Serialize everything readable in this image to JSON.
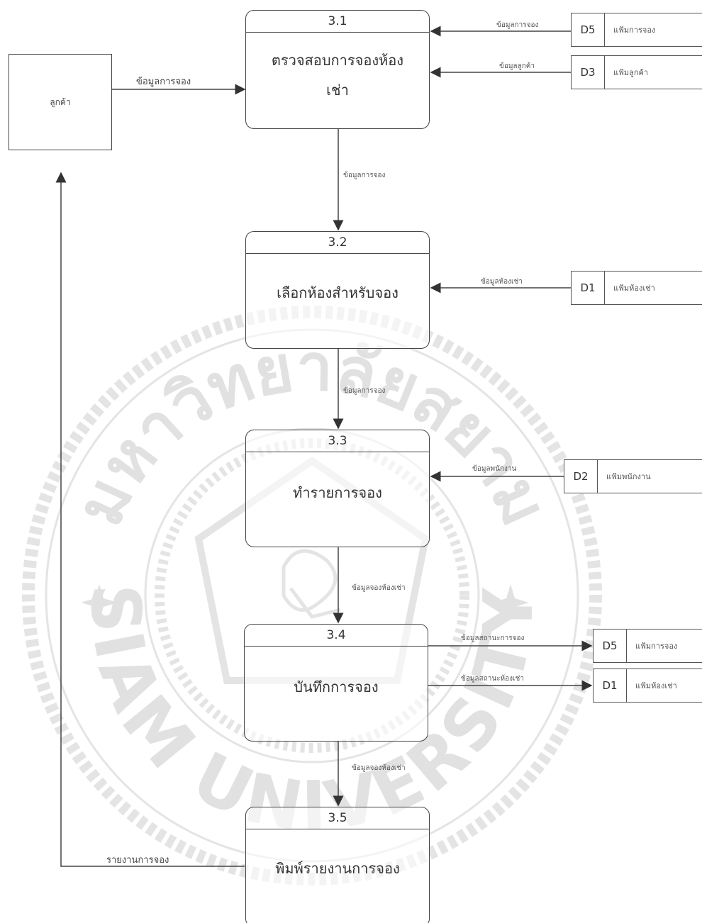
{
  "diagram": {
    "entity": {
      "label": "ลูกค้า"
    },
    "processes": [
      {
        "id": "3.1",
        "name_line1": "ตรวจสอบการจองห้อง",
        "name_line2": "เช่า"
      },
      {
        "id": "3.2",
        "name_line1": "เลือกห้องสำหรับจอง"
      },
      {
        "id": "3.3",
        "name_line1": "ทำรายการจอง"
      },
      {
        "id": "3.4",
        "name_line1": "บันทึกการจอง"
      },
      {
        "id": "3.5",
        "name_line1": "พิมพ์รายงานการจอง"
      }
    ],
    "stores": [
      {
        "id": "D5",
        "name": "แฟ้มการจอง"
      },
      {
        "id": "D3",
        "name": "แฟ้มลูกค้า"
      },
      {
        "id": "D1",
        "name": "แฟ้มห้องเช่า"
      },
      {
        "id": "D2",
        "name": "แฟ้มพนักงาน"
      },
      {
        "id": "D5",
        "name": "แฟ้มการจอง"
      },
      {
        "id": "D1",
        "name": "แฟ้มห้องเช่า"
      }
    ],
    "flows": {
      "customer_to_31": "ข้อมูลการจอง",
      "d5_to_31": "ข้อมูลการจอง",
      "d3_to_31": "ข้อมูลลูกค้า",
      "p31_to_32": "ข้อมูลการจอง",
      "d1_to_32": "ข้อมูลห้องเช่า",
      "p32_to_33": "ข้อมูลการจอง",
      "d2_to_33": "ข้อมูลพนักงาน",
      "p33_to_34": "ข้อมูลจองห้องเช่า",
      "p34_to_d5": "ข้อมูลสถานะการจอง",
      "p34_to_d1": "ข้อมูลสถานะห้องเช่า",
      "p34_to_35": "ข้อมูลจองห้องเช่า",
      "p35_to_customer": "รายงานการจอง"
    },
    "watermark": {
      "top_text": "มหาวิทยาลัยสยาม",
      "bottom_text": "SIAM UNIVERSITY"
    }
  }
}
